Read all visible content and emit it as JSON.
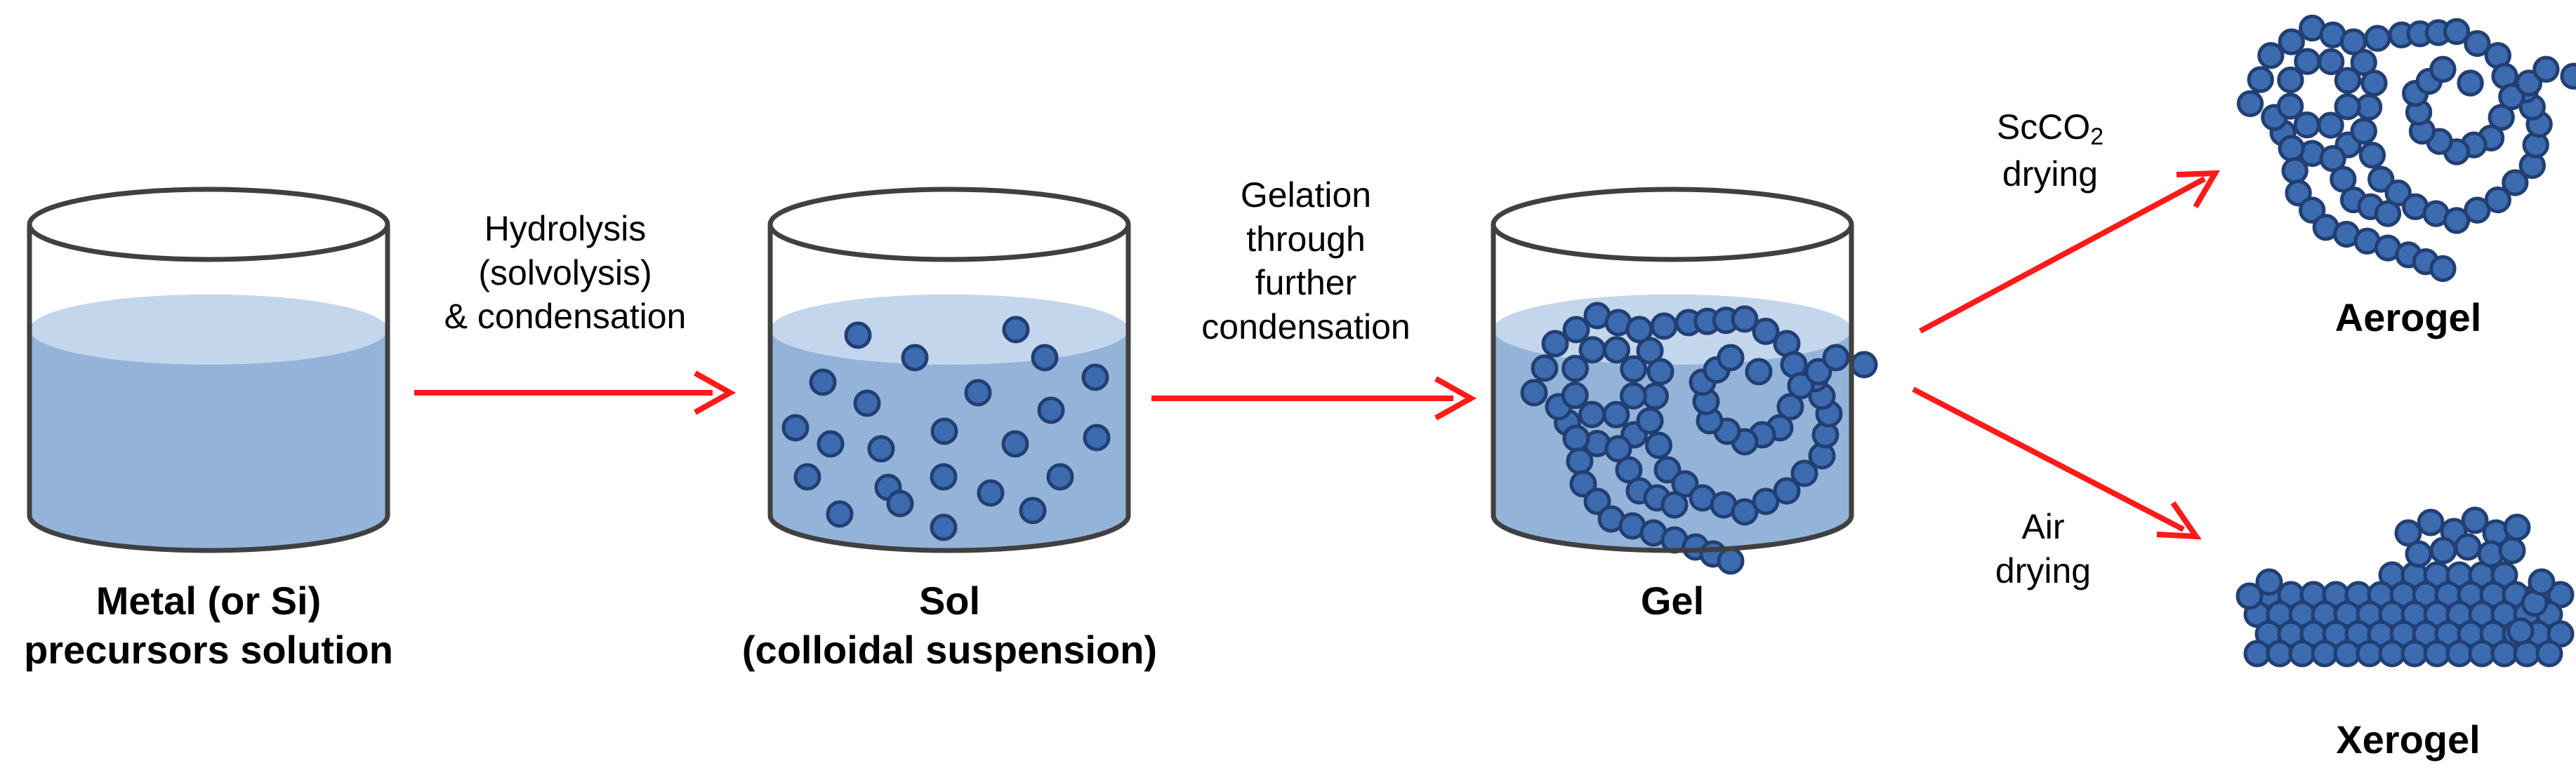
{
  "colors": {
    "liquid": "#94b3d9",
    "liquid_surface": "#c4d6ec",
    "outline": "#404040",
    "particle": "#3d6bb0",
    "particle_edge": "#223f73",
    "arrow": "#ff1a1a"
  },
  "stages": {
    "precursor": {
      "line1": "Metal (or Si)",
      "line2": "precursors solution"
    },
    "sol": {
      "line1": "Sol",
      "line2": "(colloidal suspension)"
    },
    "gel": {
      "line1": "Gel"
    },
    "aerogel": {
      "line1": "Aerogel"
    },
    "xerogel": {
      "line1": "Xerogel"
    }
  },
  "processes": {
    "hydrolysis": {
      "line1": "Hydrolysis",
      "line2": "(solvolysis)",
      "line3": "& condensation"
    },
    "gelation": {
      "line1": "Gelation",
      "line2": "through",
      "line3": "further",
      "line4": "condensation"
    },
    "scco2": {
      "prefix": "ScCO",
      "subscript": "2",
      "line2": "drying"
    },
    "air": {
      "line1": "Air",
      "line2": "drying"
    }
  }
}
